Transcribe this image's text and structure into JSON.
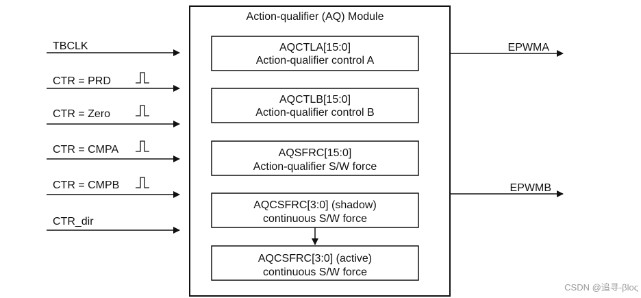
{
  "module_title": "Action-qualifier (AQ) Module",
  "inputs": [
    {
      "label": "TBCLK",
      "pulse": false
    },
    {
      "label": "CTR = PRD",
      "pulse": true
    },
    {
      "label": "CTR = Zero",
      "pulse": true
    },
    {
      "label": "CTR = CMPA",
      "pulse": true
    },
    {
      "label": "CTR = CMPB",
      "pulse": true
    },
    {
      "label": "CTR_dir",
      "pulse": false
    }
  ],
  "registers": [
    {
      "line1": "AQCTLA[15:0]",
      "line2": "Action-qualifier control A"
    },
    {
      "line1": "AQCTLB[15:0]",
      "line2": "Action-qualifier control B"
    },
    {
      "line1": "AQSFRC[15:0]",
      "line2": "Action-qualifier S/W force"
    },
    {
      "line1": "AQCSFRC[3:0] (shadow)",
      "line2": "continuous S/W force"
    },
    {
      "line1": "AQCSFRC[3:0] (active)",
      "line2": "continuous S/W force"
    }
  ],
  "outputs": [
    {
      "label": "EPWMA"
    },
    {
      "label": "EPWMB"
    }
  ],
  "watermark": "CSDN @追寻-βloς",
  "colors": {
    "line": "#111111",
    "background": "#ffffff",
    "watermark": "#9a9a9a"
  }
}
